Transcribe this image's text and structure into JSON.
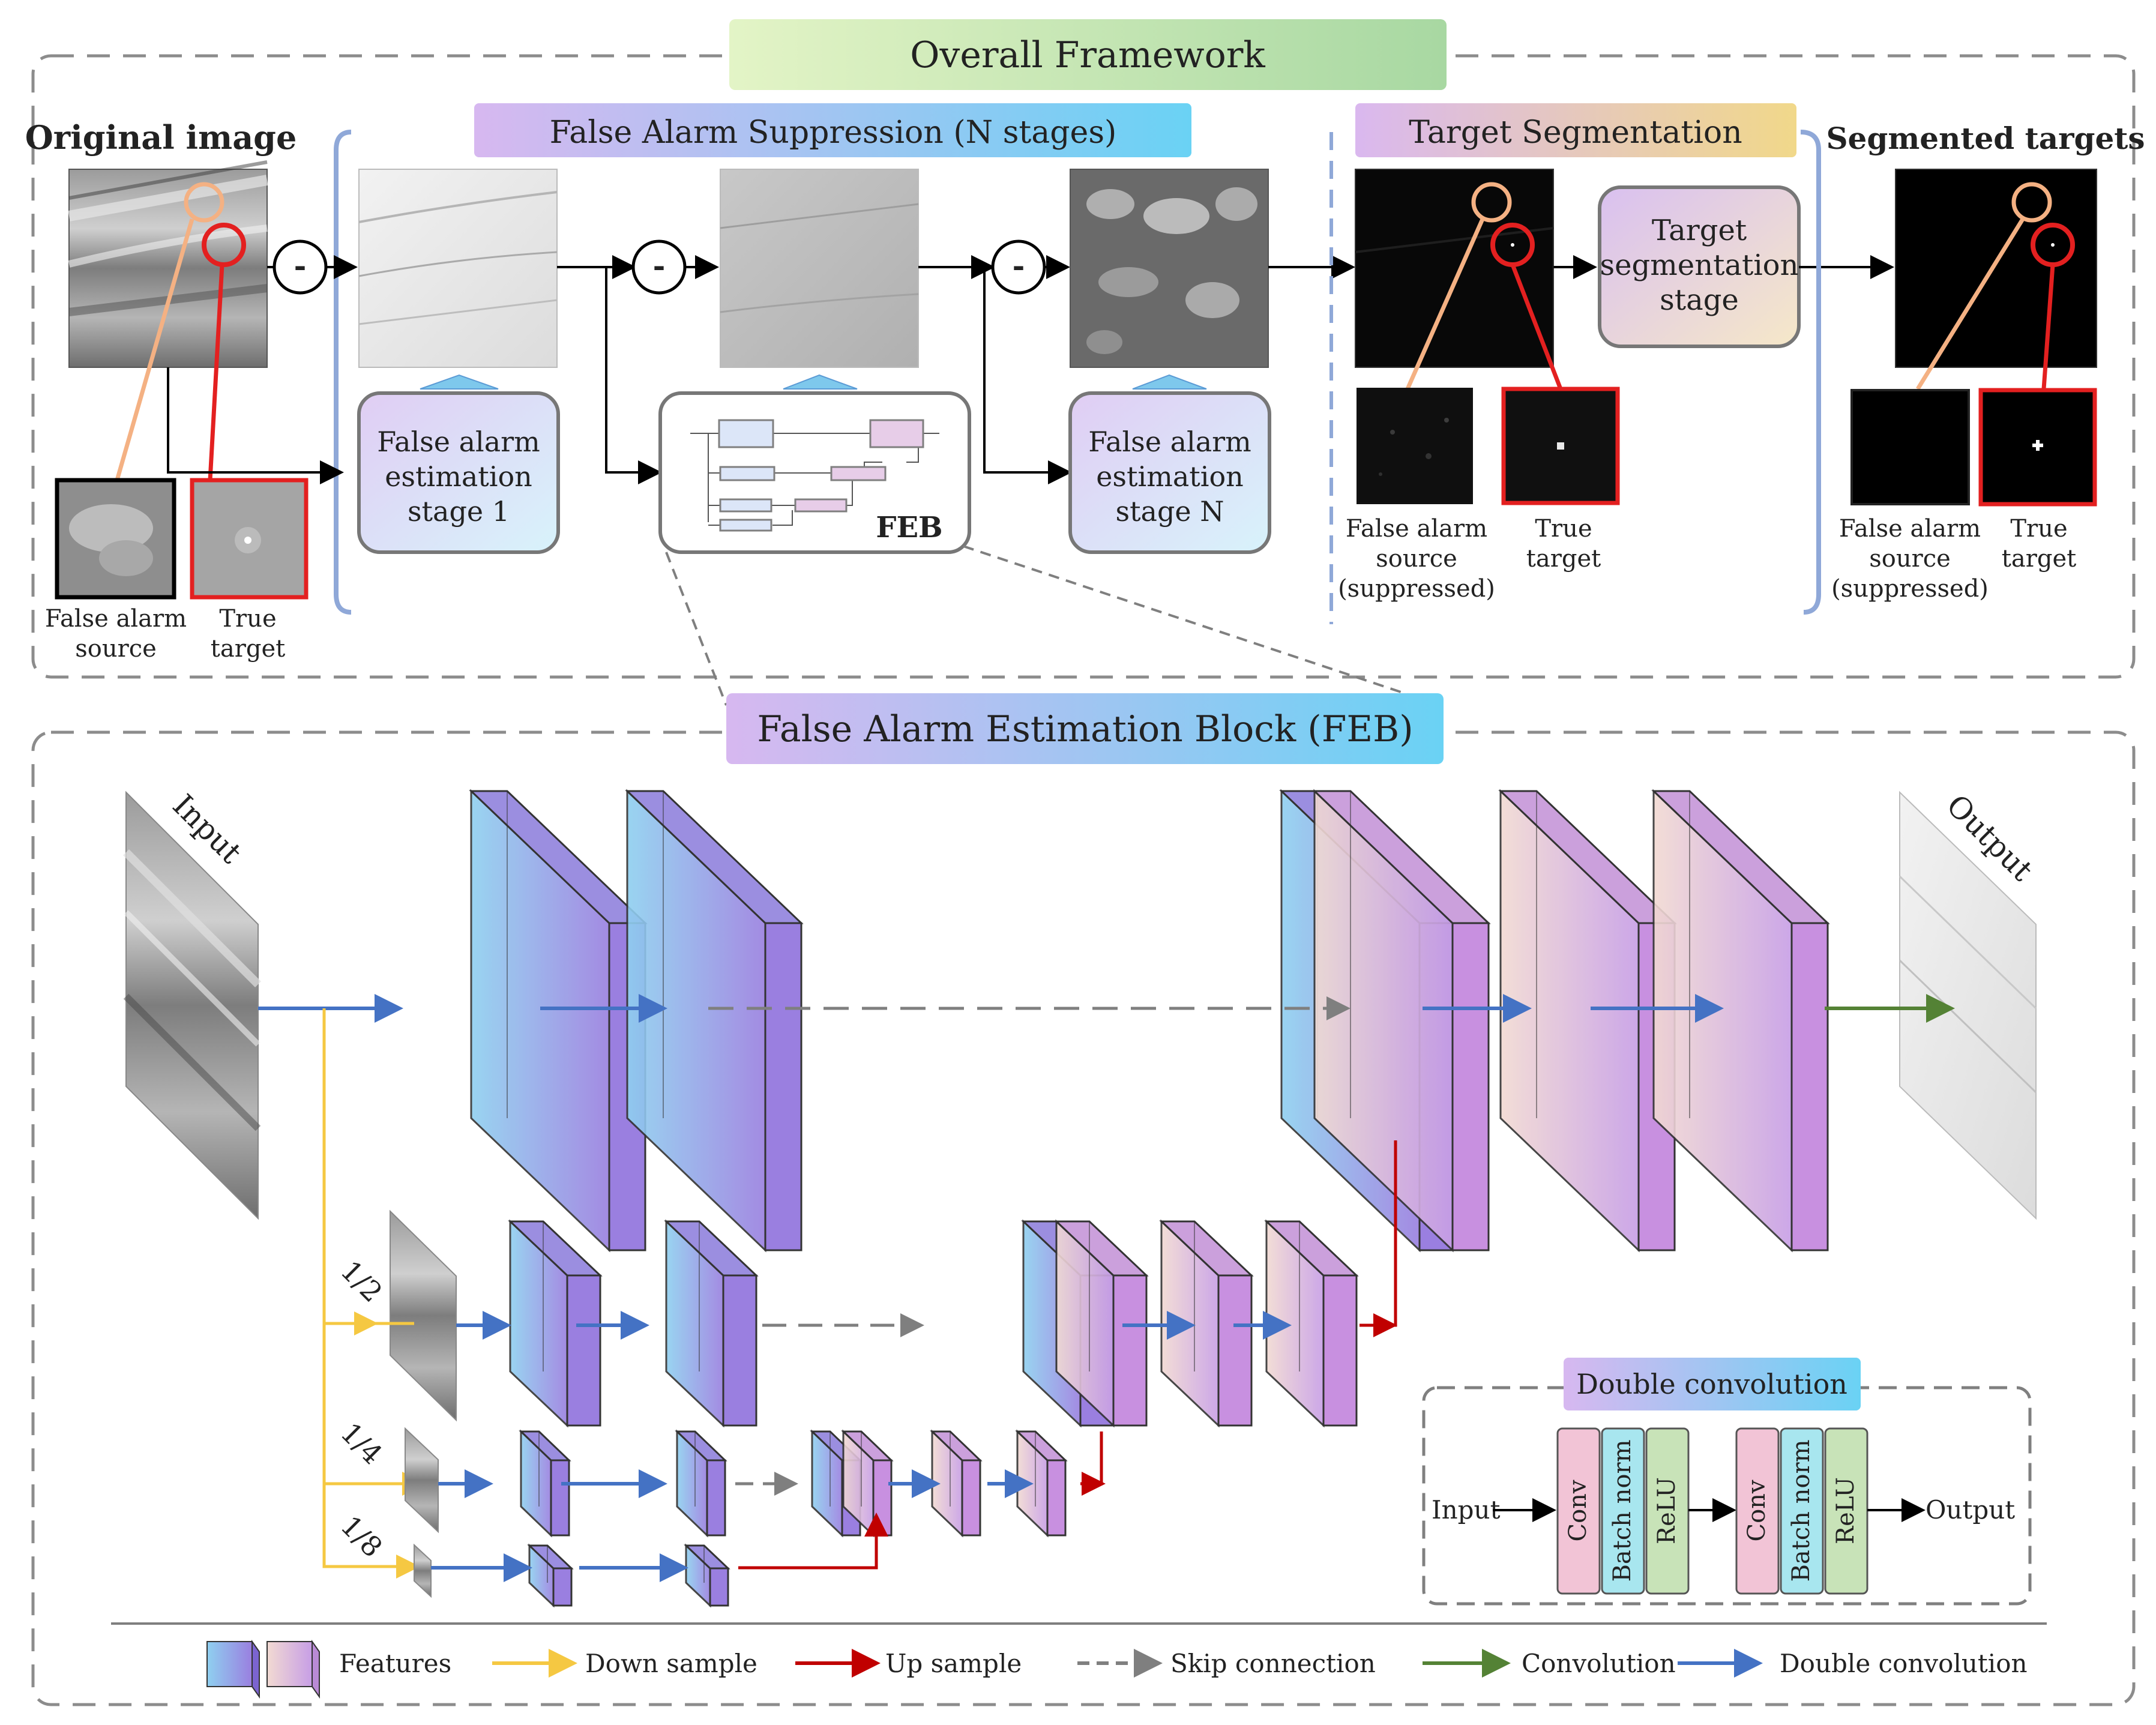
{
  "top": {
    "title": "Overall Framework",
    "original_image_label": "Original image",
    "fas_banner": "False Alarm Suppression (N stages)",
    "ts_banner": "Target Segmentation",
    "segmented_label": "Segmented targets",
    "subtract_symbol": "-",
    "fa_source_line1": "False alarm",
    "fa_source_line2": "source",
    "true_line1": "True",
    "true_line2": "target",
    "suppressed": "(suppressed)",
    "fae_stage1": [
      "False alarm",
      "estimation",
      "stage 1"
    ],
    "fae_stageN": [
      "False alarm",
      "estimation",
      "stage N"
    ],
    "feb_label": "FEB",
    "ts_stage": [
      "Target",
      "segmentation",
      "stage"
    ]
  },
  "feb": {
    "title": "False Alarm Estimation Block (FEB)",
    "input_label": "Input",
    "output_label": "Output",
    "scale_half": "1/2",
    "scale_quarter": "1/4",
    "scale_eighth": "1/8"
  },
  "double_conv": {
    "title": "Double convolution",
    "input": "Input",
    "output": "Output",
    "layers": [
      "Conv",
      "Batch norm",
      "ReLU"
    ]
  },
  "legend": {
    "features": "Features",
    "down": "Down sample",
    "up": "Up sample",
    "skip": "Skip connection",
    "conv": "Convolution",
    "dconv": "Double convolution"
  },
  "colors": {
    "blue_arrow": "#4472c4",
    "yellow_arrow": "#f5c842",
    "red_arrow": "#c00000",
    "gray_arrow": "#7f7f7f",
    "green_arrow": "#548235",
    "dash_border": "#8c8c8c",
    "red_box": "#e32020",
    "orange_circle": "#f4b183"
  }
}
